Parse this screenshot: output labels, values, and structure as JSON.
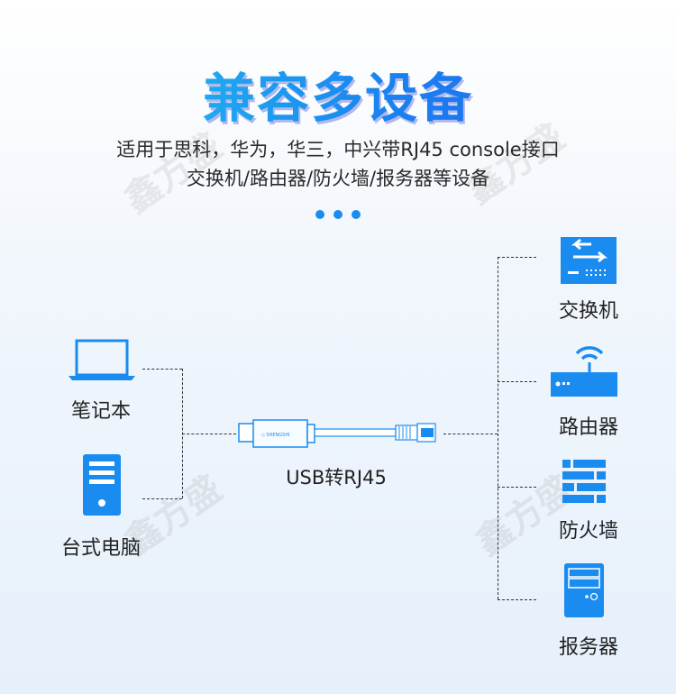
{
  "title": "兼容多设备",
  "subtitle": [
    "适用于思科，华为，华三，中兴带RJ45 console接口",
    "交换机/路由器/防火墙/报务器等设备"
  ],
  "left_devices": [
    {
      "label": "笔记本",
      "icon": "laptop-icon"
    },
    {
      "label": "台式电脑",
      "icon": "desktop-icon"
    }
  ],
  "cable": {
    "label": "USB转RJ45",
    "brand": "SHENGSHI"
  },
  "right_devices": [
    {
      "label": "交换机",
      "icon": "switch-icon"
    },
    {
      "label": "路由器",
      "icon": "router-icon"
    },
    {
      "label": "防火墙",
      "icon": "firewall-icon"
    },
    {
      "label": "报务器",
      "icon": "server-icon"
    }
  ],
  "colors": {
    "accent": "#1a8cf0",
    "title_start": "#22d3f0",
    "title_end": "#2a5ff0"
  }
}
